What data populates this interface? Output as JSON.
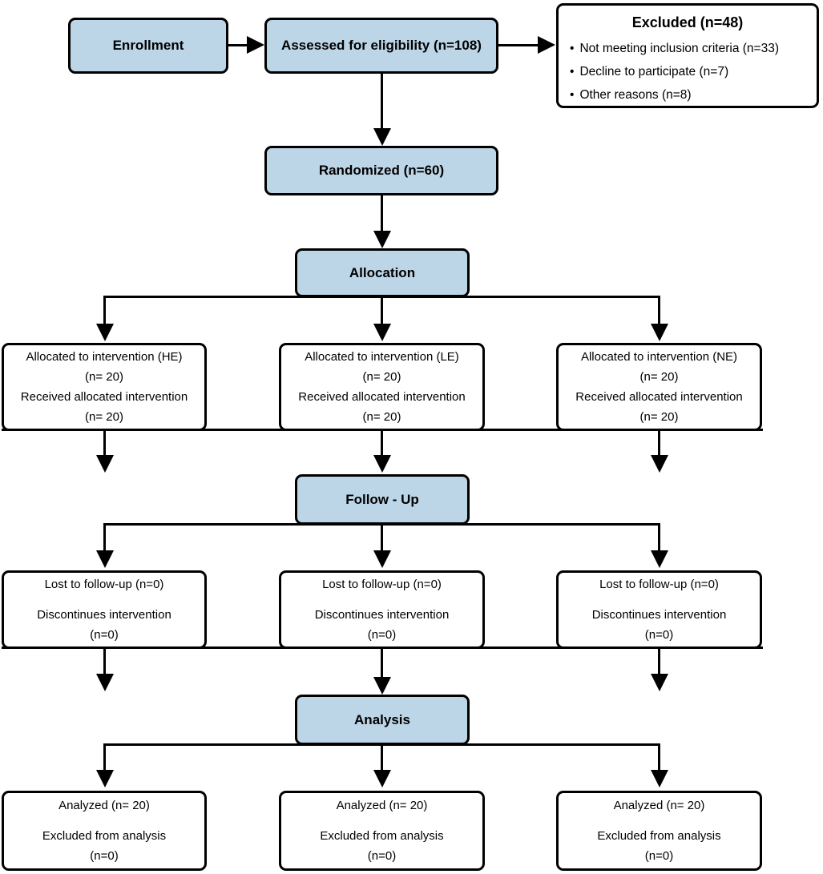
{
  "colors": {
    "stage_box_fill": "#bdd6e7",
    "branch_box_fill": "#ffffff",
    "border": "#000000",
    "background": "#ffffff"
  },
  "enrollment": {
    "label": "Enrollment"
  },
  "assessed": {
    "label": "Assessed for eligibility (n=108)"
  },
  "excluded": {
    "title": "Excluded (n=48)",
    "bullet": "•",
    "items": [
      "Not meeting inclusion criteria (n=33)",
      "Decline to participate (n=7)",
      "Other reasons (n=8)"
    ]
  },
  "randomized": {
    "label": "Randomized (n=60)"
  },
  "stages": {
    "allocation": "Allocation",
    "followup": "Follow - Up",
    "analysis": "Analysis"
  },
  "allocation_row": [
    {
      "lines": [
        "Allocated to intervention (HE)",
        "(n= 20)",
        "Received allocated intervention",
        "(n= 20)"
      ]
    },
    {
      "lines": [
        "Allocated to intervention (LE)",
        "(n= 20)",
        "Received allocated intervention",
        "(n= 20)"
      ]
    },
    {
      "lines": [
        "Allocated to intervention (NE)",
        "(n= 20)",
        "Received allocated intervention",
        "(n= 20)"
      ]
    }
  ],
  "followup_row": [
    {
      "lines": [
        "Lost to follow-up (n=0)",
        "Discontinues intervention",
        "(n=0)"
      ]
    },
    {
      "lines": [
        "Lost to follow-up (n=0)",
        "Discontinues intervention",
        "(n=0)"
      ]
    },
    {
      "lines": [
        "Lost to follow-up (n=0)",
        "Discontinues intervention",
        "(n=0)"
      ]
    }
  ],
  "analysis_row": [
    {
      "lines": [
        "Analyzed (n= 20)",
        "Excluded from analysis",
        "(n=0)"
      ]
    },
    {
      "lines": [
        "Analyzed (n= 20)",
        "Excluded from analysis",
        "(n=0)"
      ]
    },
    {
      "lines": [
        "Analyzed (n= 20)",
        "Excluded from analysis",
        "(n=0)"
      ]
    }
  ]
}
